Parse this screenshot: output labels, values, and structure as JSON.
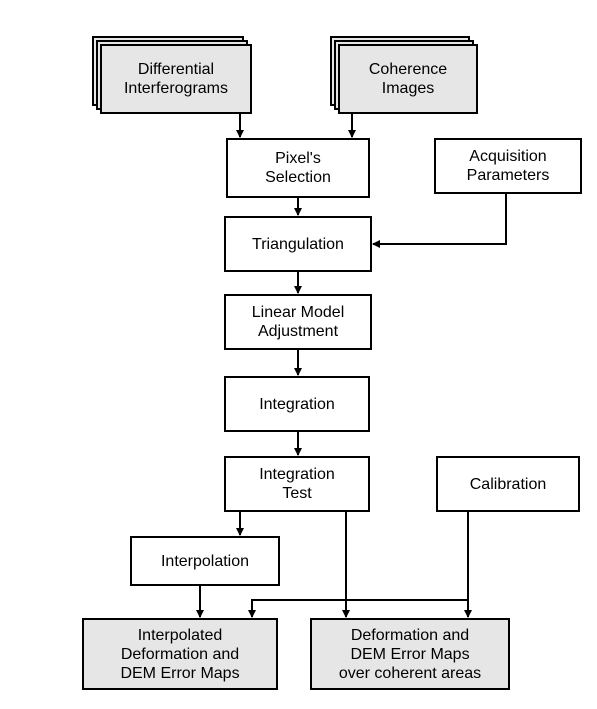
{
  "diagram": {
    "nodes": {
      "differential_interferograms": "Differential\nInterferograms",
      "coherence_images": "Coherence\nImages",
      "pixel_selection": "Pixel's\nSelection",
      "acquisition_parameters": "Acquisition\nParameters",
      "triangulation": "Triangulation",
      "linear_model_adjustment": "Linear Model\nAdjustment",
      "integration": "Integration",
      "integration_test": "Integration\nTest",
      "calibration": "Calibration",
      "interpolation": "Interpolation",
      "interpolated_maps": "Interpolated\nDeformation and\nDEM Error Maps",
      "coherent_maps": "Deformation and\nDEM Error Maps\nover coherent areas"
    },
    "colors": {
      "input_fill": "#e6e6e6",
      "process_fill": "#ffffff",
      "stroke": "#000000"
    }
  }
}
